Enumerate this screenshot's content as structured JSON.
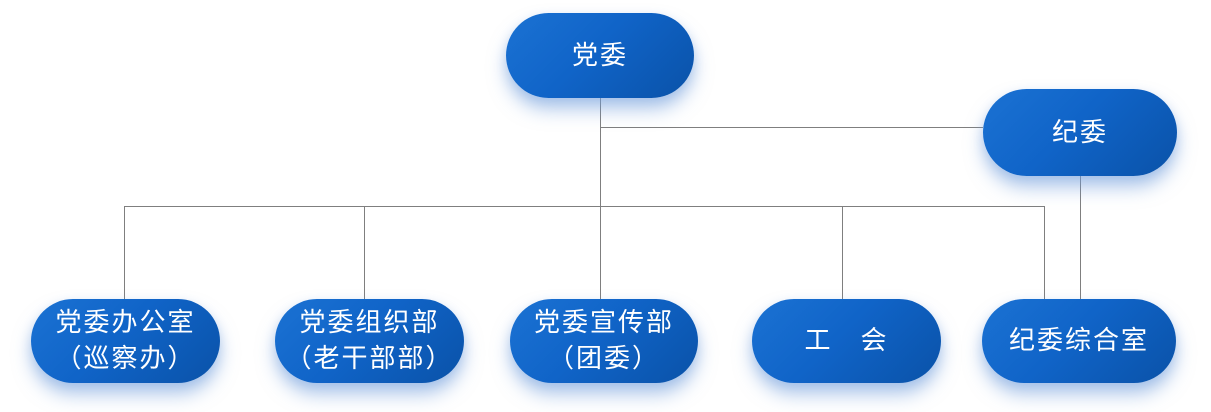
{
  "diagram": {
    "type": "organization-chart",
    "background": "#ffffff",
    "nodes": {
      "root": {
        "label": "党委"
      },
      "secondary": {
        "label": "纪委"
      },
      "children": [
        {
          "line1": "党委办公室",
          "line2": "（巡察办）"
        },
        {
          "line1": "党委组织部",
          "line2": "（老干部部）"
        },
        {
          "line1": "党委宣传部",
          "line2": "（团委）"
        },
        {
          "line1": "工　会"
        },
        {
          "line1": "纪委综合室"
        }
      ]
    },
    "edges": [
      {
        "from": "党委",
        "to": "纪委"
      },
      {
        "from": "党委",
        "to": "党委办公室（巡察办）"
      },
      {
        "from": "党委",
        "to": "党委组织部（老干部部）"
      },
      {
        "from": "党委",
        "to": "党委宣传部（团委）"
      },
      {
        "from": "党委",
        "to": "工会"
      },
      {
        "from": "党委",
        "to": "纪委综合室"
      },
      {
        "from": "纪委",
        "to": "纪委综合室"
      }
    ],
    "colors": {
      "node_gradient_start": "#1b72d3",
      "node_gradient_end": "#0a52a8",
      "node_text": "#ffffff",
      "connector": "#7f7f7f",
      "glow": "#cfdff5"
    }
  }
}
